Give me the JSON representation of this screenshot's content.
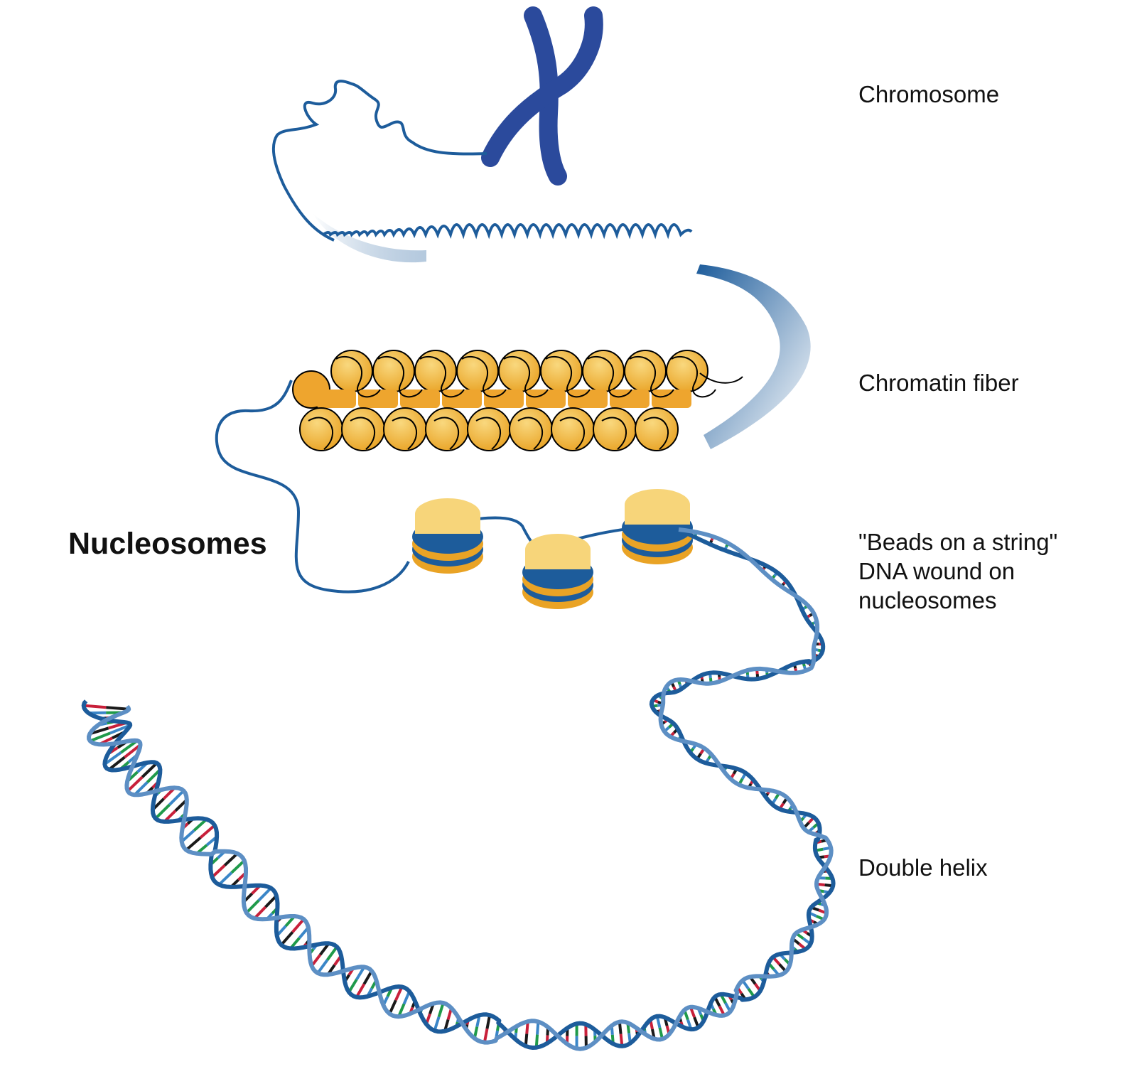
{
  "labels": {
    "chromosome": "Chromosome",
    "chromatin_fiber": "Chromatin fiber",
    "nucleosomes": "Nucleosomes",
    "beads_line1": "\"Beads on a string\"",
    "beads_line2": "DNA wound on",
    "beads_line3": "nucleosomes",
    "double_helix": "Double helix"
  },
  "colors": {
    "dna_blue": "#1d5c9b",
    "chromosome_blue": "#2b4a9c",
    "histone_gold": "#f0b43c",
    "histone_light": "#f7d57a",
    "base_red": "#c8203a",
    "base_green": "#1f9a4a",
    "base_black": "#1a1a1a",
    "base_blue": "#3a86c8"
  }
}
